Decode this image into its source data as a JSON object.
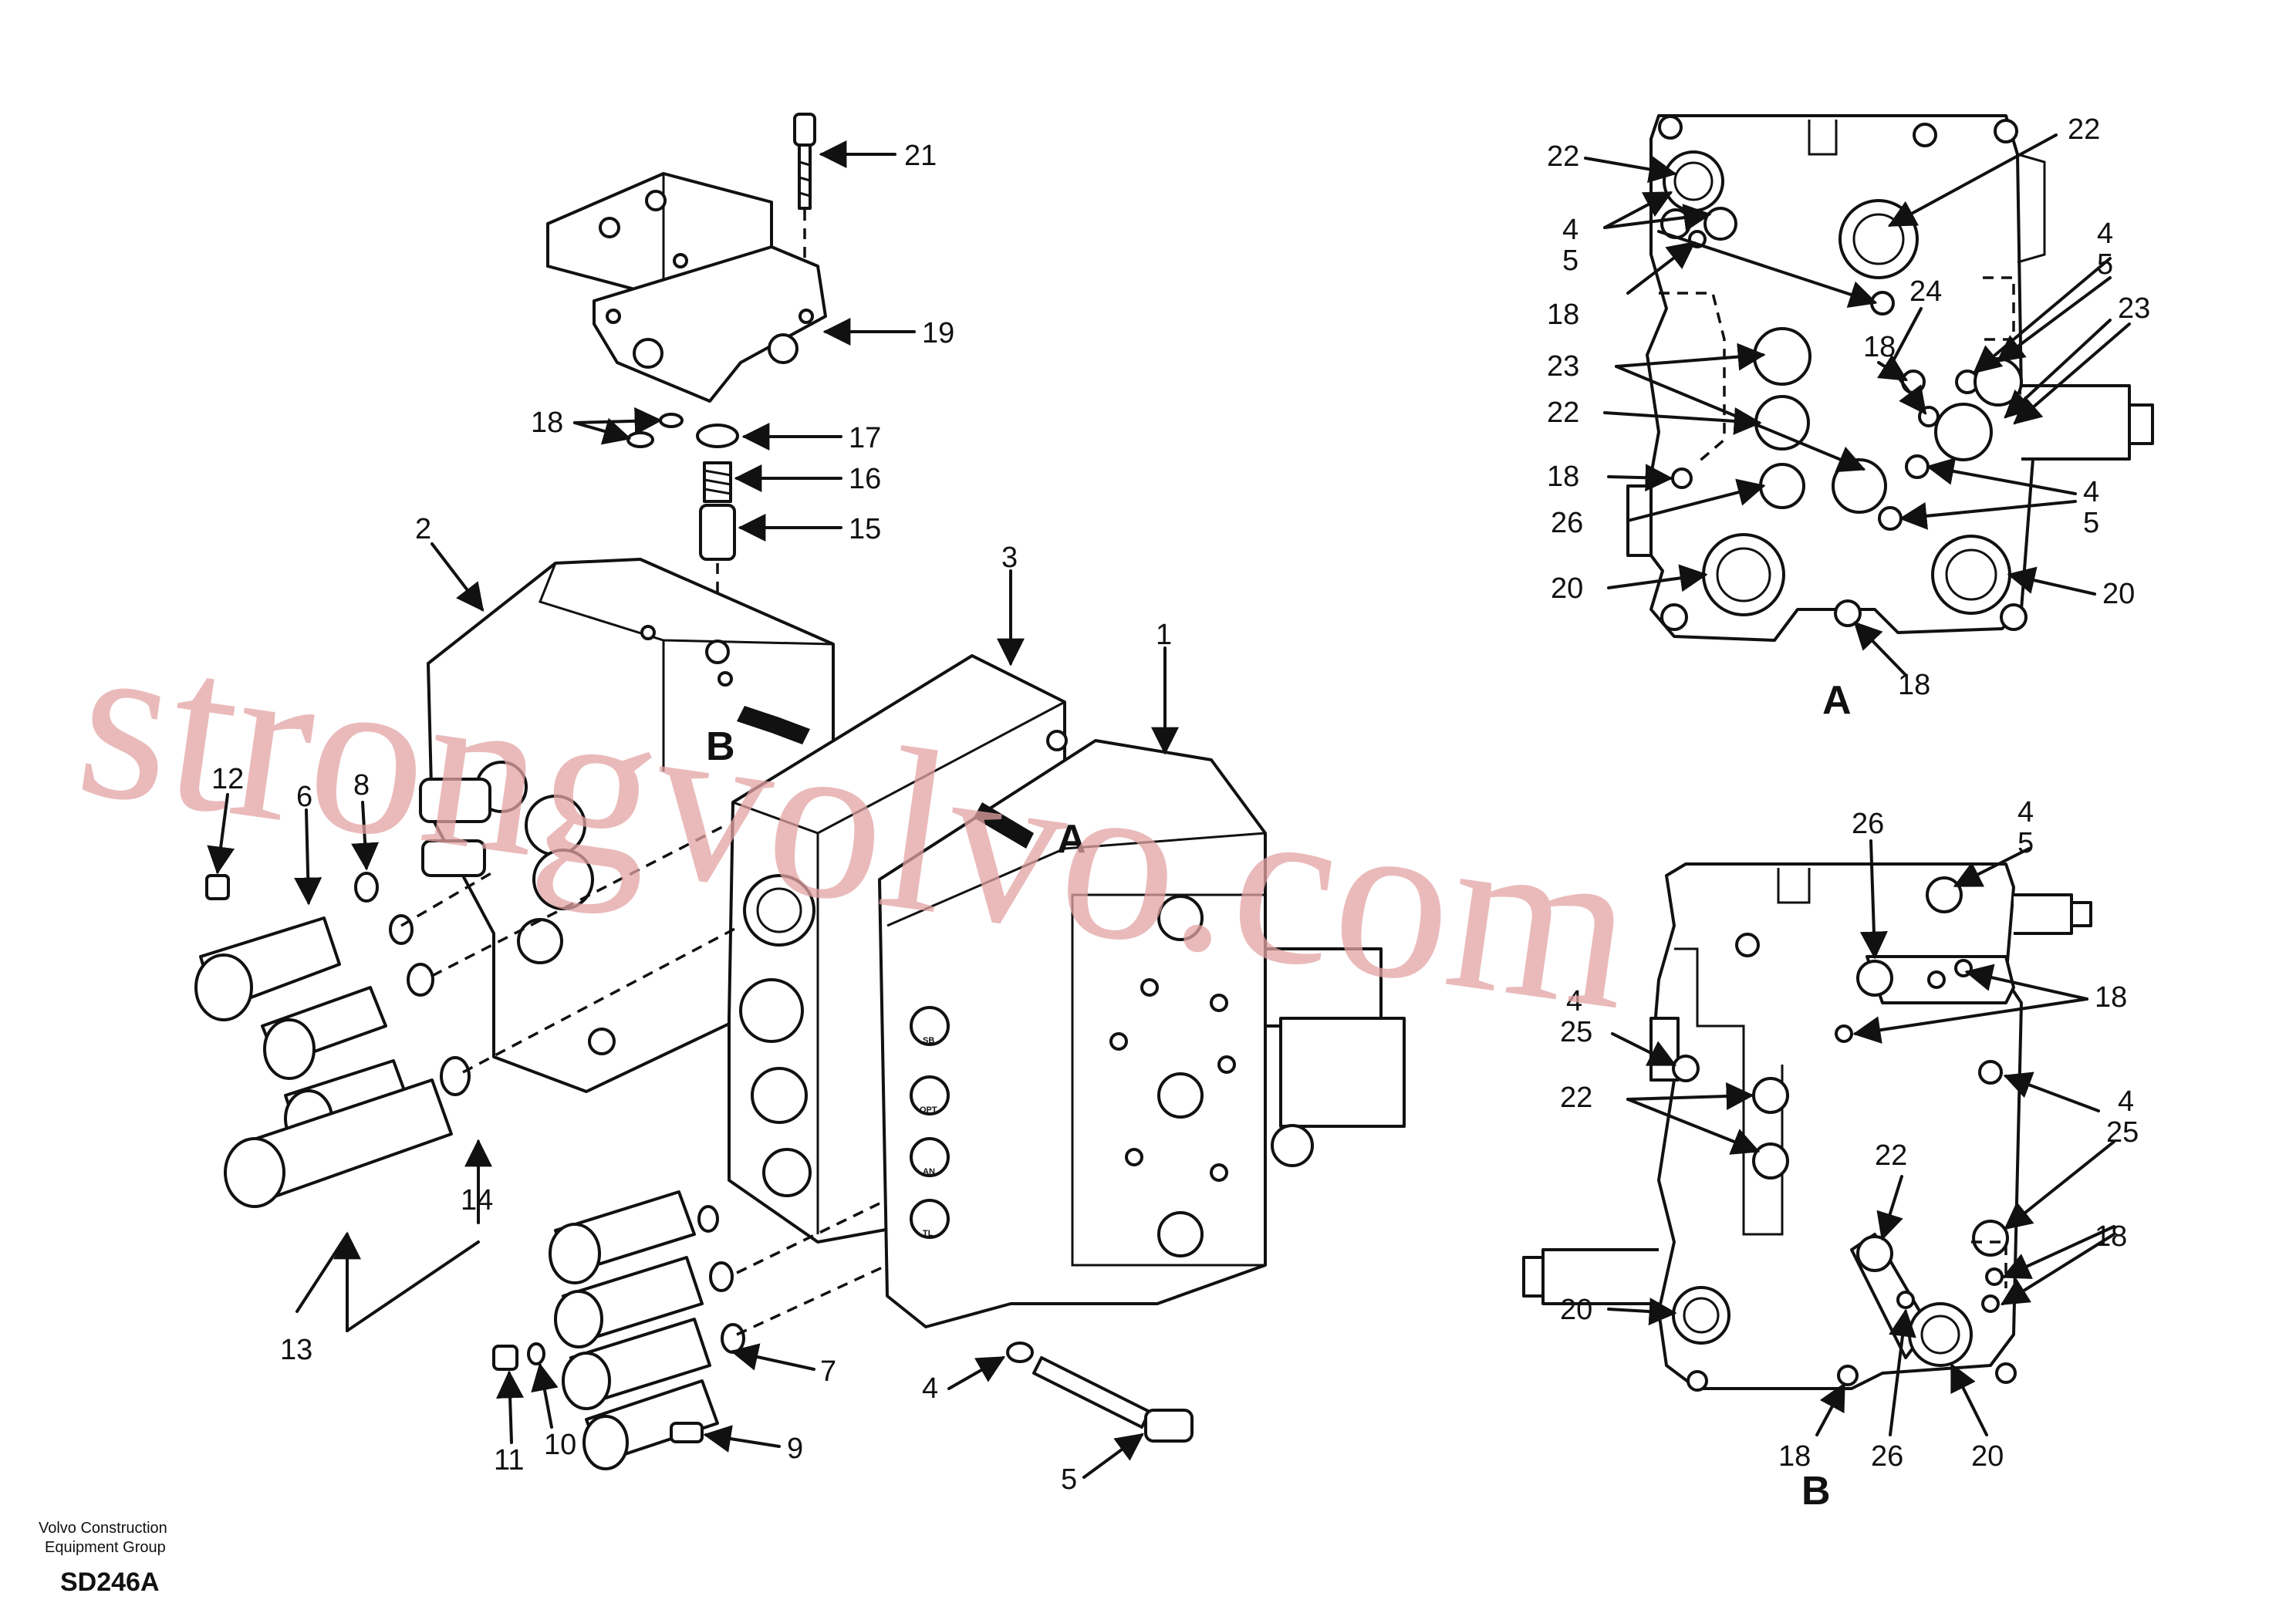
{
  "callouts": {
    "c21": "21",
    "c19": "19",
    "c18a": "18",
    "c17": "17",
    "c16": "16",
    "c15": "15",
    "c2": "2",
    "c3": "3",
    "c1": "1",
    "c12": "12",
    "c6": "6",
    "c8": "8",
    "c14": "14",
    "c13": "13",
    "c7": "7",
    "c11": "11",
    "c10": "10",
    "c9": "9",
    "c4": "4",
    "c5": "5"
  },
  "view_a": {
    "tag": "A",
    "labels": {
      "l22a": "22",
      "l22b": "22",
      "l45a_4": "4",
      "l45a_5": "5",
      "l18a": "18",
      "l24": "24",
      "l18b": "18",
      "l45b_4": "4",
      "l45b_5": "5",
      "l23a": "23",
      "l23b": "23",
      "l22c": "22",
      "l18c": "18",
      "l26": "26",
      "l45c_4": "4",
      "l45c_5": "5",
      "l20a": "20",
      "l20b": "20",
      "l18d": "18"
    }
  },
  "view_b": {
    "tag": "B",
    "labels": {
      "l26a": "26",
      "l45_4": "4",
      "l45_5": "5",
      "l18a": "18",
      "l425_4": "4",
      "l425_25": "25",
      "l22a": "22",
      "l425b_4": "4",
      "l425b_25": "25",
      "l22b": "22",
      "l18b": "18",
      "l20a": "20",
      "l18c": "18",
      "l26b": "26",
      "l20b": "20"
    }
  },
  "main_view_tags": {
    "b": "B",
    "a": "A"
  },
  "spool_marks": {
    "m1": "SB",
    "m2": "OPT",
    "m3": "AN",
    "m4": "TL"
  },
  "watermark": "strongvolvo.com",
  "footer": {
    "line1": "Volvo Construction",
    "line2": "Equipment Group",
    "code": "SD246A"
  }
}
